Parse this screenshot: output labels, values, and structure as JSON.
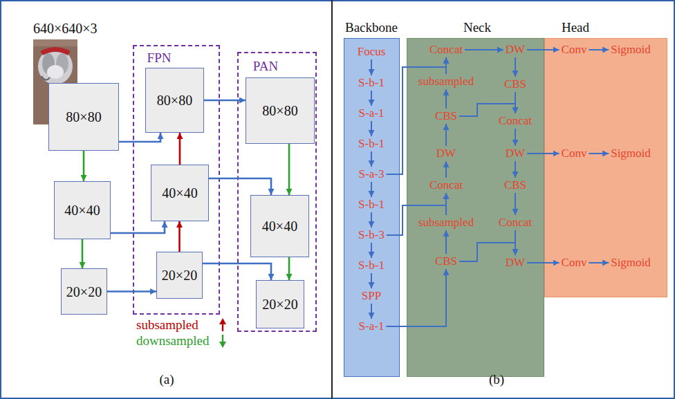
{
  "diagram": {
    "nodes": [
      {
        "text": [
          "80×80"
        ]
      },
      {
        "text": [
          "40×40"
        ]
      },
      {
        "text": [
          "20×20"
        ]
      },
      {
        "text": [
          "FPN"
        ]
      },
      {
        "text": [
          "80×80"
        ],
        "in": 3
      },
      {
        "text": [
          "40×40"
        ],
        "in": 3
      },
      {
        "text": [
          "20×20"
        ],
        "in": 3
      },
      {
        "text": [
          "PAN"
        ]
      },
      {
        "text": [
          "80×80"
        ],
        "in": 7
      },
      {
        "text": [
          "40×40"
        ],
        "in": 7
      },
      {
        "text": [
          "20×20"
        ],
        "in": 7
      },
      {
        "text": [
          "Backbone"
        ]
      },
      {
        "text": [
          "Focus"
        ],
        "in": 11
      },
      {
        "text": [
          "S-b-1"
        ],
        "in": 11
      },
      {
        "text": [
          "S-a-1"
        ],
        "in": 11
      },
      {
        "text": [
          "S-b-1"
        ],
        "in": 11
      },
      {
        "text": [
          "S-a-3"
        ],
        "in": 11
      },
      {
        "text": [
          "S-b-1"
        ],
        "in": 11
      },
      {
        "text": [
          "S-b-3"
        ],
        "in": 11
      },
      {
        "text": [
          "S-b-1"
        ],
        "in": 11
      },
      {
        "text": [
          "SPP"
        ],
        "in": 11
      },
      {
        "text": [
          "S-a-1"
        ],
        "in": 11
      },
      {
        "text": [
          "Neck"
        ]
      },
      {
        "text": [
          "Concat"
        ],
        "in": 22
      },
      {
        "text": [
          "subsampled"
        ],
        "in": 22
      },
      {
        "text": [
          "CBS"
        ],
        "in": 22
      },
      {
        "text": [
          "DW"
        ],
        "in": 22
      },
      {
        "text": [
          "Concat"
        ],
        "in": 22
      },
      {
        "text": [
          "subsampled"
        ],
        "in": 22
      },
      {
        "text": [
          "CBS"
        ],
        "in": 22
      },
      {
        "text": [
          "DW"
        ],
        "in": 22
      },
      {
        "text": [
          "CBS"
        ],
        "in": 22
      },
      {
        "text": [
          "Concat"
        ],
        "in": 22
      },
      {
        "text": [
          "DW"
        ],
        "in": 22
      },
      {
        "text": [
          "CBS"
        ],
        "in": 22
      },
      {
        "text": [
          "Concat"
        ],
        "in": 22
      },
      {
        "text": [
          "DW"
        ],
        "in": 22
      },
      {
        "text": [
          "Head"
        ]
      },
      {
        "text": [
          "Conv"
        ],
        "in": 37
      },
      {
        "text": [
          "Sigmoid"
        ],
        "in": 37
      },
      {
        "text": [
          "Conv"
        ],
        "in": 37
      },
      {
        "text": [
          "Sigmoid"
        ],
        "in": 37
      },
      {
        "text": [
          "Conv"
        ],
        "in": 37
      },
      {
        "text": [
          "Sigmoid"
        ],
        "in": 37
      }
    ],
    "edges": [
      {
        "from": 0,
        "to": 1,
        "arrow": "to"
      },
      {
        "from": 1,
        "to": 2,
        "arrow": "to"
      },
      {
        "from": 2,
        "to": 6,
        "arrow": "to"
      },
      {
        "from": 6,
        "to": 5,
        "arrow": "to"
      },
      {
        "from": 5,
        "to": 4,
        "arrow": "to"
      },
      {
        "from": 1,
        "to": 5,
        "arrow": "to"
      },
      {
        "from": 0,
        "to": 4,
        "arrow": "to"
      },
      {
        "from": 4,
        "to": 8,
        "arrow": "to"
      },
      {
        "from": 5,
        "to": 9,
        "arrow": "to"
      },
      {
        "from": 6,
        "to": 10,
        "arrow": "to"
      },
      {
        "from": 8,
        "to": 9,
        "arrow": "to"
      },
      {
        "from": 9,
        "to": 10,
        "arrow": "to"
      },
      {
        "from": 12,
        "to": 13,
        "arrow": "to"
      },
      {
        "from": 13,
        "to": 14,
        "arrow": "to"
      },
      {
        "from": 14,
        "to": 15,
        "arrow": "to"
      },
      {
        "from": 15,
        "to": 16,
        "arrow": "to"
      },
      {
        "from": 16,
        "to": 17,
        "arrow": "to"
      },
      {
        "from": 17,
        "to": 18,
        "arrow": "to"
      },
      {
        "from": 18,
        "to": 19,
        "arrow": "to"
      },
      {
        "from": 19,
        "to": 20,
        "arrow": "to"
      },
      {
        "from": 20,
        "to": 21,
        "arrow": "to"
      },
      {
        "from": 21,
        "to": 29,
        "arrow": "to"
      },
      {
        "from": 29,
        "to": 28,
        "arrow": "to"
      },
      {
        "from": 28,
        "to": 27,
        "arrow": "to"
      },
      {
        "from": 18,
        "to": 27,
        "arrow": "to"
      },
      {
        "from": 27,
        "to": 26,
        "arrow": "to"
      },
      {
        "from": 26,
        "to": 25,
        "arrow": "to"
      },
      {
        "from": 25,
        "to": 24,
        "arrow": "to"
      },
      {
        "from": 24,
        "to": 23,
        "arrow": "to"
      },
      {
        "from": 16,
        "to": 23,
        "arrow": "to"
      },
      {
        "from": 23,
        "to": 30,
        "arrow": "to"
      },
      {
        "from": 30,
        "to": 31,
        "arrow": "to"
      },
      {
        "from": 31,
        "to": 32,
        "arrow": "to"
      },
      {
        "from": 25,
        "to": 32,
        "arrow": "to"
      },
      {
        "from": 32,
        "to": 33,
        "arrow": "to"
      },
      {
        "from": 33,
        "to": 34,
        "arrow": "to"
      },
      {
        "from": 34,
        "to": 35,
        "arrow": "to"
      },
      {
        "from": 35,
        "to": 36,
        "arrow": "to"
      },
      {
        "from": 29,
        "to": 36,
        "arrow": "to"
      },
      {
        "from": 30,
        "to": 38,
        "arrow": "to"
      },
      {
        "from": 38,
        "to": 39,
        "arrow": "to"
      },
      {
        "from": 33,
        "to": 40,
        "arrow": "to"
      },
      {
        "from": 40,
        "to": 41,
        "arrow": "to"
      },
      {
        "from": 36,
        "to": 42,
        "arrow": "to"
      },
      {
        "from": 42,
        "to": 43,
        "arrow": "to"
      }
    ],
    "labels": [
      "640×640×3",
      "(a)",
      "(b)"
    ],
    "legend": [
      {
        "text": "subsampled"
      },
      {
        "text": "downsampled"
      }
    ]
  }
}
